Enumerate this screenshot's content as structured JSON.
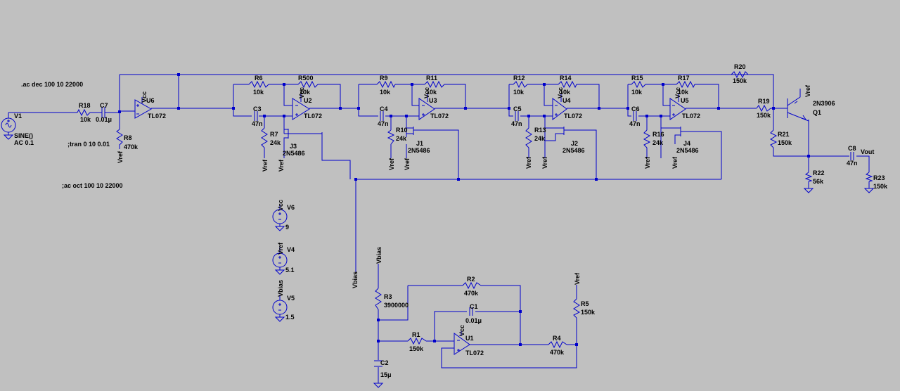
{
  "directives": {
    "ac": ".ac dec 100 10 22000",
    "tran": ";tran 0 10 0.01",
    "ac_oct": ";ac oct 100 10 22000"
  },
  "sources": {
    "v1": {
      "name": "V1",
      "type": "SINE()",
      "ac": "AC 0.1"
    },
    "v6": {
      "name": "V6",
      "node": "Vcc",
      "value": "9"
    },
    "v4": {
      "name": "V4",
      "node": "Vref",
      "value": "5.1"
    },
    "v5": {
      "name": "V5",
      "node": "Vbias",
      "value": "1.5"
    }
  },
  "resistors": {
    "r18": {
      "name": "R18",
      "value": "10k"
    },
    "r8": {
      "name": "R8",
      "value": "470k"
    },
    "r6": {
      "name": "R6",
      "value": "10k"
    },
    "r500": {
      "name": "R500",
      "value": "10k"
    },
    "r7": {
      "name": "R7",
      "value": "24k"
    },
    "r9": {
      "name": "R9",
      "value": "10k"
    },
    "r11": {
      "name": "R11",
      "value": "10k"
    },
    "r10": {
      "name": "R10",
      "value": "24k"
    },
    "r12": {
      "name": "R12",
      "value": "10k"
    },
    "r14": {
      "name": "R14",
      "value": "10k"
    },
    "r13": {
      "name": "R13",
      "value": "24k"
    },
    "r15": {
      "name": "R15",
      "value": "10k"
    },
    "r17": {
      "name": "R17",
      "value": "10k"
    },
    "r16": {
      "name": "R16",
      "value": "24k"
    },
    "r20": {
      "name": "R20",
      "value": "150k"
    },
    "r19": {
      "name": "R19",
      "value": "150k"
    },
    "r21": {
      "name": "R21",
      "value": "150k"
    },
    "r22": {
      "name": "R22",
      "value": "56k"
    },
    "r23": {
      "name": "R23",
      "value": "150k"
    },
    "r3": {
      "name": "R3",
      "value": "3900000"
    },
    "r2": {
      "name": "R2",
      "value": "470k"
    },
    "r1": {
      "name": "R1",
      "value": "150k"
    },
    "r4": {
      "name": "R4",
      "value": "470k"
    },
    "r5": {
      "name": "R5",
      "value": "150k"
    }
  },
  "capacitors": {
    "c7": {
      "name": "C7",
      "value": "0.01μ"
    },
    "c3": {
      "name": "C3",
      "value": "47n"
    },
    "c4": {
      "name": "C4",
      "value": "47n"
    },
    "c5": {
      "name": "C5",
      "value": "47n"
    },
    "c6": {
      "name": "C6",
      "value": "47n"
    },
    "c8": {
      "name": "C8",
      "value": "47n"
    },
    "c1": {
      "name": "C1",
      "value": "0.01μ"
    },
    "c2": {
      "name": "C2",
      "value": "15μ"
    }
  },
  "opamps": {
    "u6": {
      "name": "U6",
      "model": "TL072",
      "supply": "Vcc"
    },
    "u2": {
      "name": "U2",
      "model": "TL072",
      "supply": "Vcc"
    },
    "u3": {
      "name": "U3",
      "model": "TL072",
      "supply": "Vcc"
    },
    "u4": {
      "name": "U4",
      "model": "TL072",
      "supply": "Vcc"
    },
    "u5": {
      "name": "U5",
      "model": "TL072",
      "supply": "Vcc"
    },
    "u1": {
      "name": "U1",
      "model": "TL072",
      "supply": "Vcc"
    }
  },
  "jfets": {
    "j3": {
      "name": "J3",
      "model": "2N5486"
    },
    "j1": {
      "name": "J1",
      "model": "2N5486"
    },
    "j2": {
      "name": "J2",
      "model": "2N5486"
    },
    "j4": {
      "name": "J4",
      "model": "2N5486"
    }
  },
  "transistor": {
    "name": "Q1",
    "model": "2N3906",
    "node": "Vref"
  },
  "nets": {
    "vref": "Vref",
    "vcc": "Vcc",
    "vbias": "Vbias",
    "vout": "Vout"
  },
  "colors": {
    "background": "#c0c0c0",
    "wire": "#0000cc",
    "text": "#000000"
  }
}
